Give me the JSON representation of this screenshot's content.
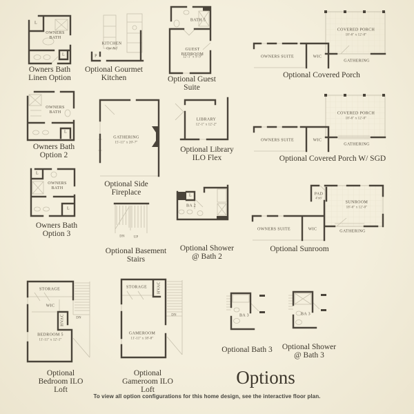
{
  "page": {
    "title": "Options",
    "footer": "To view all option configurations for this home design, see the interactive floor plan."
  },
  "colors": {
    "background": "#f1ecd9",
    "wall": "#4a443a",
    "light_line": "#c7c1ae",
    "text": "#3d372c"
  },
  "options": {
    "owners_bath_linen": {
      "caption": "Owners Bath\nLinen Option",
      "room": "OWNERS\nBATH",
      "closet_top": "L",
      "closet_bottom": "L"
    },
    "gourmet_kitchen": {
      "caption": "Optional Gourmet\nKitchen",
      "room": "KITCHEN",
      "note": "Opt Ref",
      "pantry": "P"
    },
    "guest_suite": {
      "caption": "Optional Guest Suite",
      "bath": "BATH 5",
      "room": "GUEST BEDROOM",
      "dims": "12'-1\" x 9'-9\""
    },
    "covered_porch": {
      "caption": "Optional Covered Porch",
      "porch": "COVERED PORCH",
      "porch_dims": "18'-6\" x 12'-0\"",
      "suite": "OWNERS SUITE",
      "wic": "WIC",
      "gathering": "GATHERING"
    },
    "owners_bath_2": {
      "caption": "Owners Bath\nOption 2",
      "room": "OWNERS\nBATH",
      "closet": "L"
    },
    "side_fireplace": {
      "caption": "Optional Side\nFireplace",
      "room": "GATHERING",
      "dims": "15'-11\" x 20'-7\""
    },
    "library": {
      "caption": "Optional Library\nILO Flex",
      "room": "LIBRARY",
      "dims": "12'-1\" x 12'-2\""
    },
    "covered_porch_sgd": {
      "caption": "Optional Covered Porch W/ SGD",
      "porch": "COVERED PORCH",
      "porch_dims": "18'-6\" x 12'-0\"",
      "suite": "OWNERS SUITE",
      "wic": "WIC",
      "gathering": "GATHERING"
    },
    "owners_bath_3": {
      "caption": "Owners Bath\nOption 3",
      "room": "OWNERS\nBATH",
      "closet_top": "L",
      "closet_bottom": "L"
    },
    "basement_stairs": {
      "caption": "Optional Basement\nStairs",
      "dn": "DN",
      "up": "UP"
    },
    "shower_bath_2": {
      "caption": "Optional Shower\n@ Bath 2",
      "room": "BA 2",
      "closet": "L"
    },
    "sunroom": {
      "caption": "Optional Sunroom",
      "pad": "PAD",
      "pad_dims": "4'x6'",
      "room": "SUNROOM",
      "dims": "18'-6\" x 12'-0\"",
      "suite": "OWNERS SUITE",
      "wic": "WIC",
      "gathering": "GATHERING"
    },
    "bedroom_ilo_loft": {
      "caption": "Optional\nBedroom ILO\nLoft",
      "storage": "STORAGE",
      "wic": "WIC",
      "hvac": "HVAC",
      "dn": "DN",
      "room": "BEDROOM 5",
      "dims": "11'-11\" x 12'-1\""
    },
    "gameroom_ilo_loft": {
      "caption": "Optional\nGameroom ILO\nLoft",
      "storage": "STORAGE",
      "hvac": "HVAC",
      "dn": "DN",
      "room": "GAMEROOM",
      "dims": "11'-11\" x 18'-8\""
    },
    "bath_3": {
      "caption": "Optional Bath 3",
      "room": "BA 3"
    },
    "shower_bath_3": {
      "caption": "Optional Shower\n@ Bath 3",
      "room": "BA 3"
    }
  }
}
